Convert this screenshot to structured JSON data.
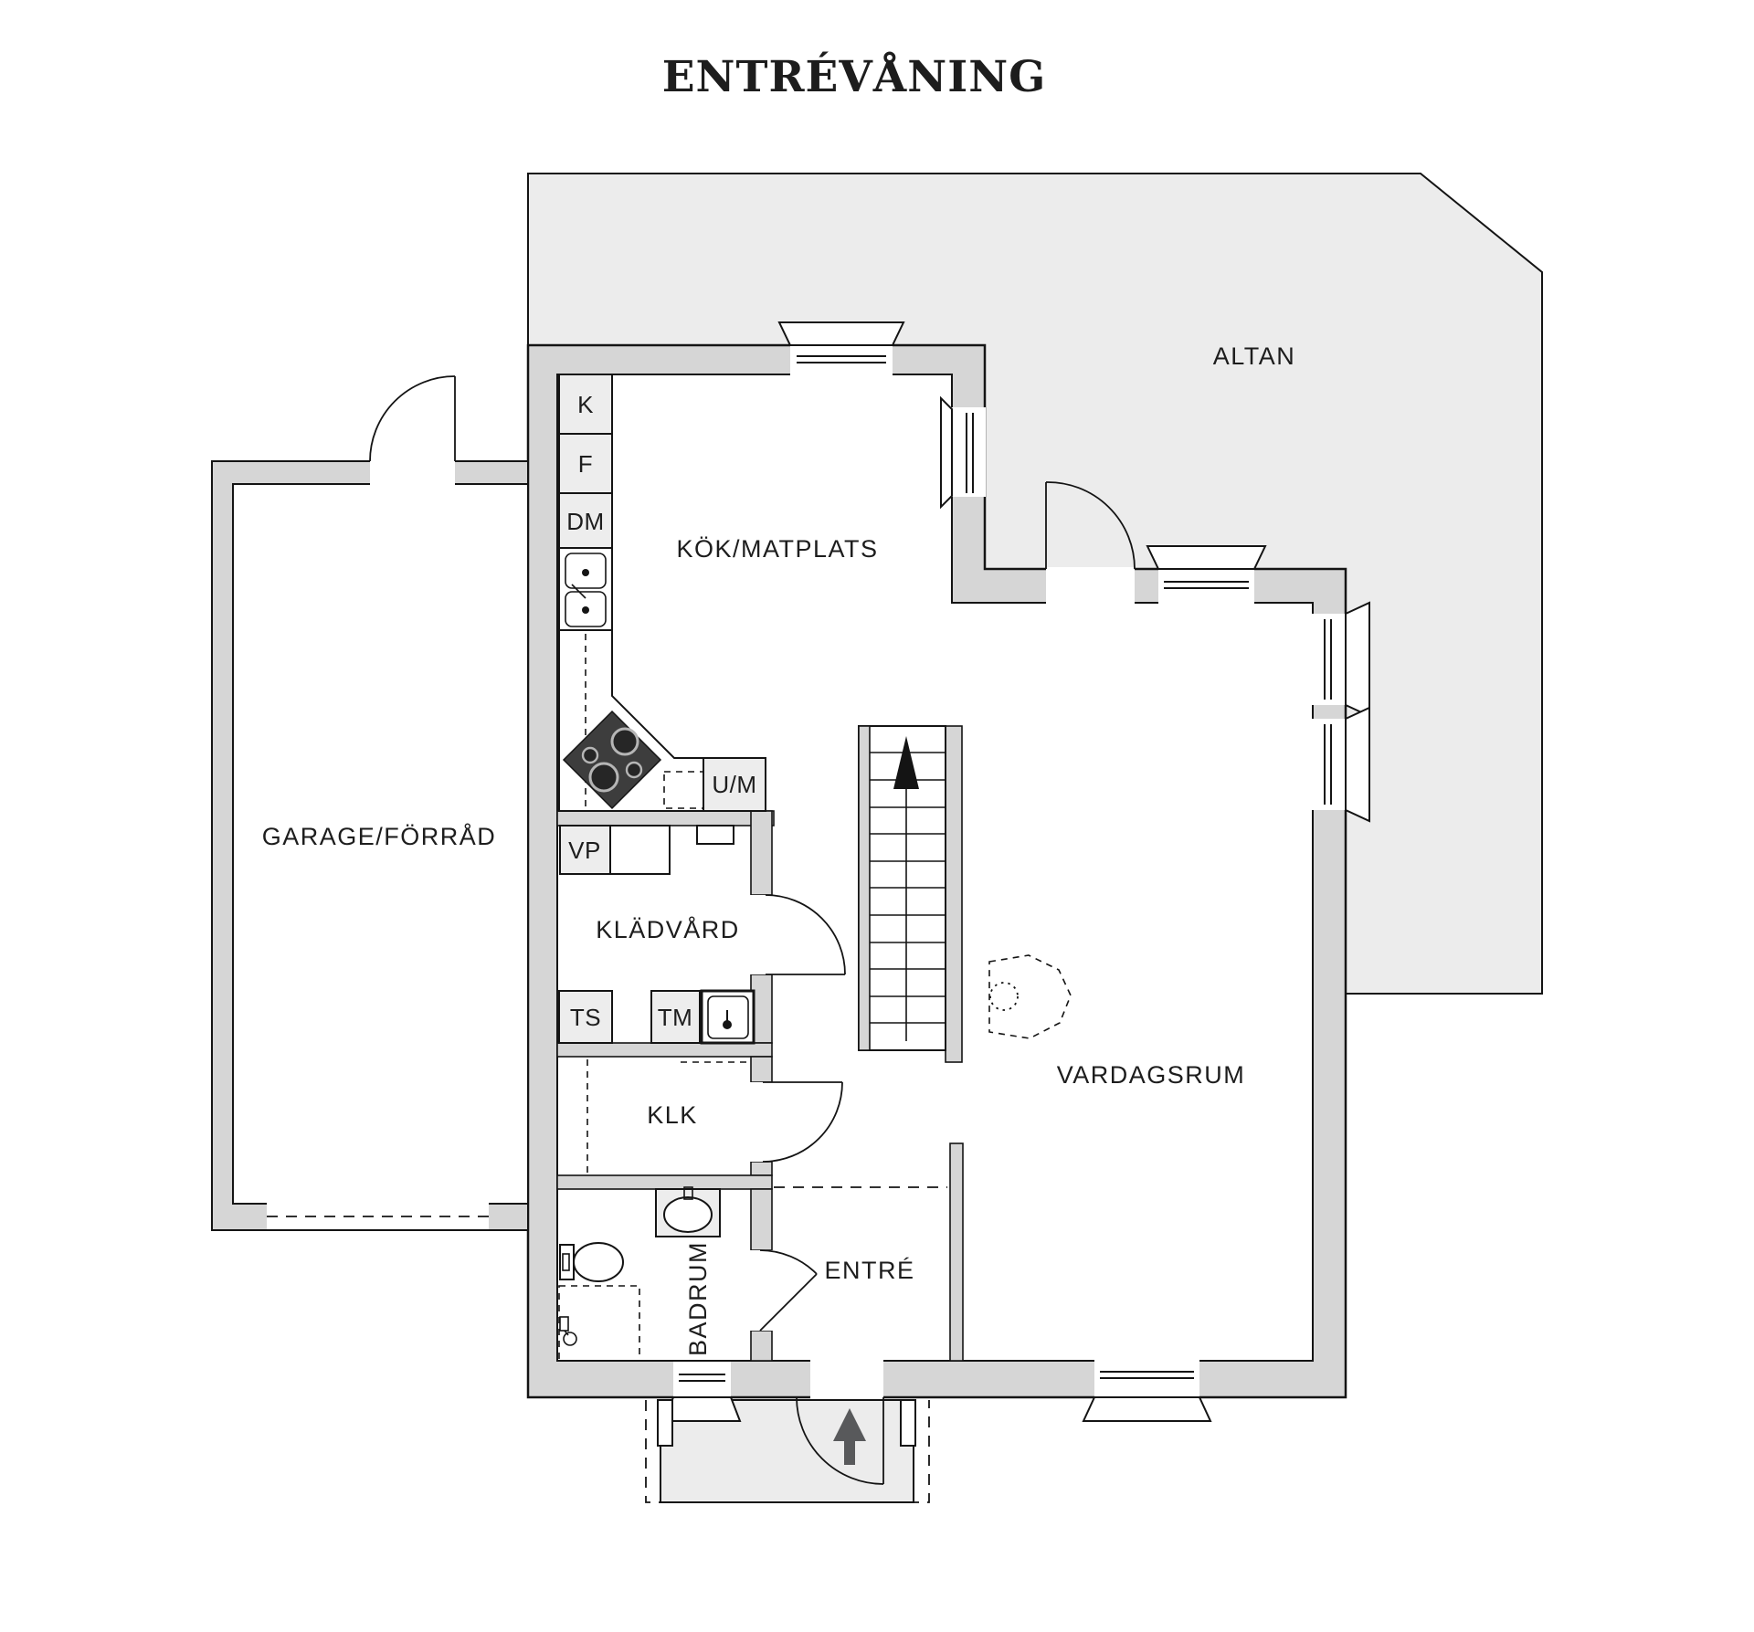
{
  "title": "ENTRÉVÅNING",
  "colors": {
    "background": "#ffffff",
    "wall_fill": "#d6d6d6",
    "altan_fill": "#ececec",
    "fixture_fill": "#ededed",
    "outline": "#141414",
    "text_color": "#1d1d1d",
    "arrow_color": "#58595b"
  },
  "rooms": {
    "altan": "ALTAN",
    "kitchen": "KÖK/MATPLATS",
    "garage": "GARAGE/FÖRRÅD",
    "laundry": "KLÄDVÅRD",
    "living": "VARDAGSRUM",
    "closet": "KLK",
    "bathroom": "BADRUM",
    "entry": "ENTRÉ"
  },
  "appliances": {
    "fridge": "K",
    "freezer": "F",
    "dishwasher": "DM",
    "oven_microwave": "U/M",
    "heat_pump": "VP",
    "drying_cabinet": "TS",
    "washing_machine": "TM"
  }
}
